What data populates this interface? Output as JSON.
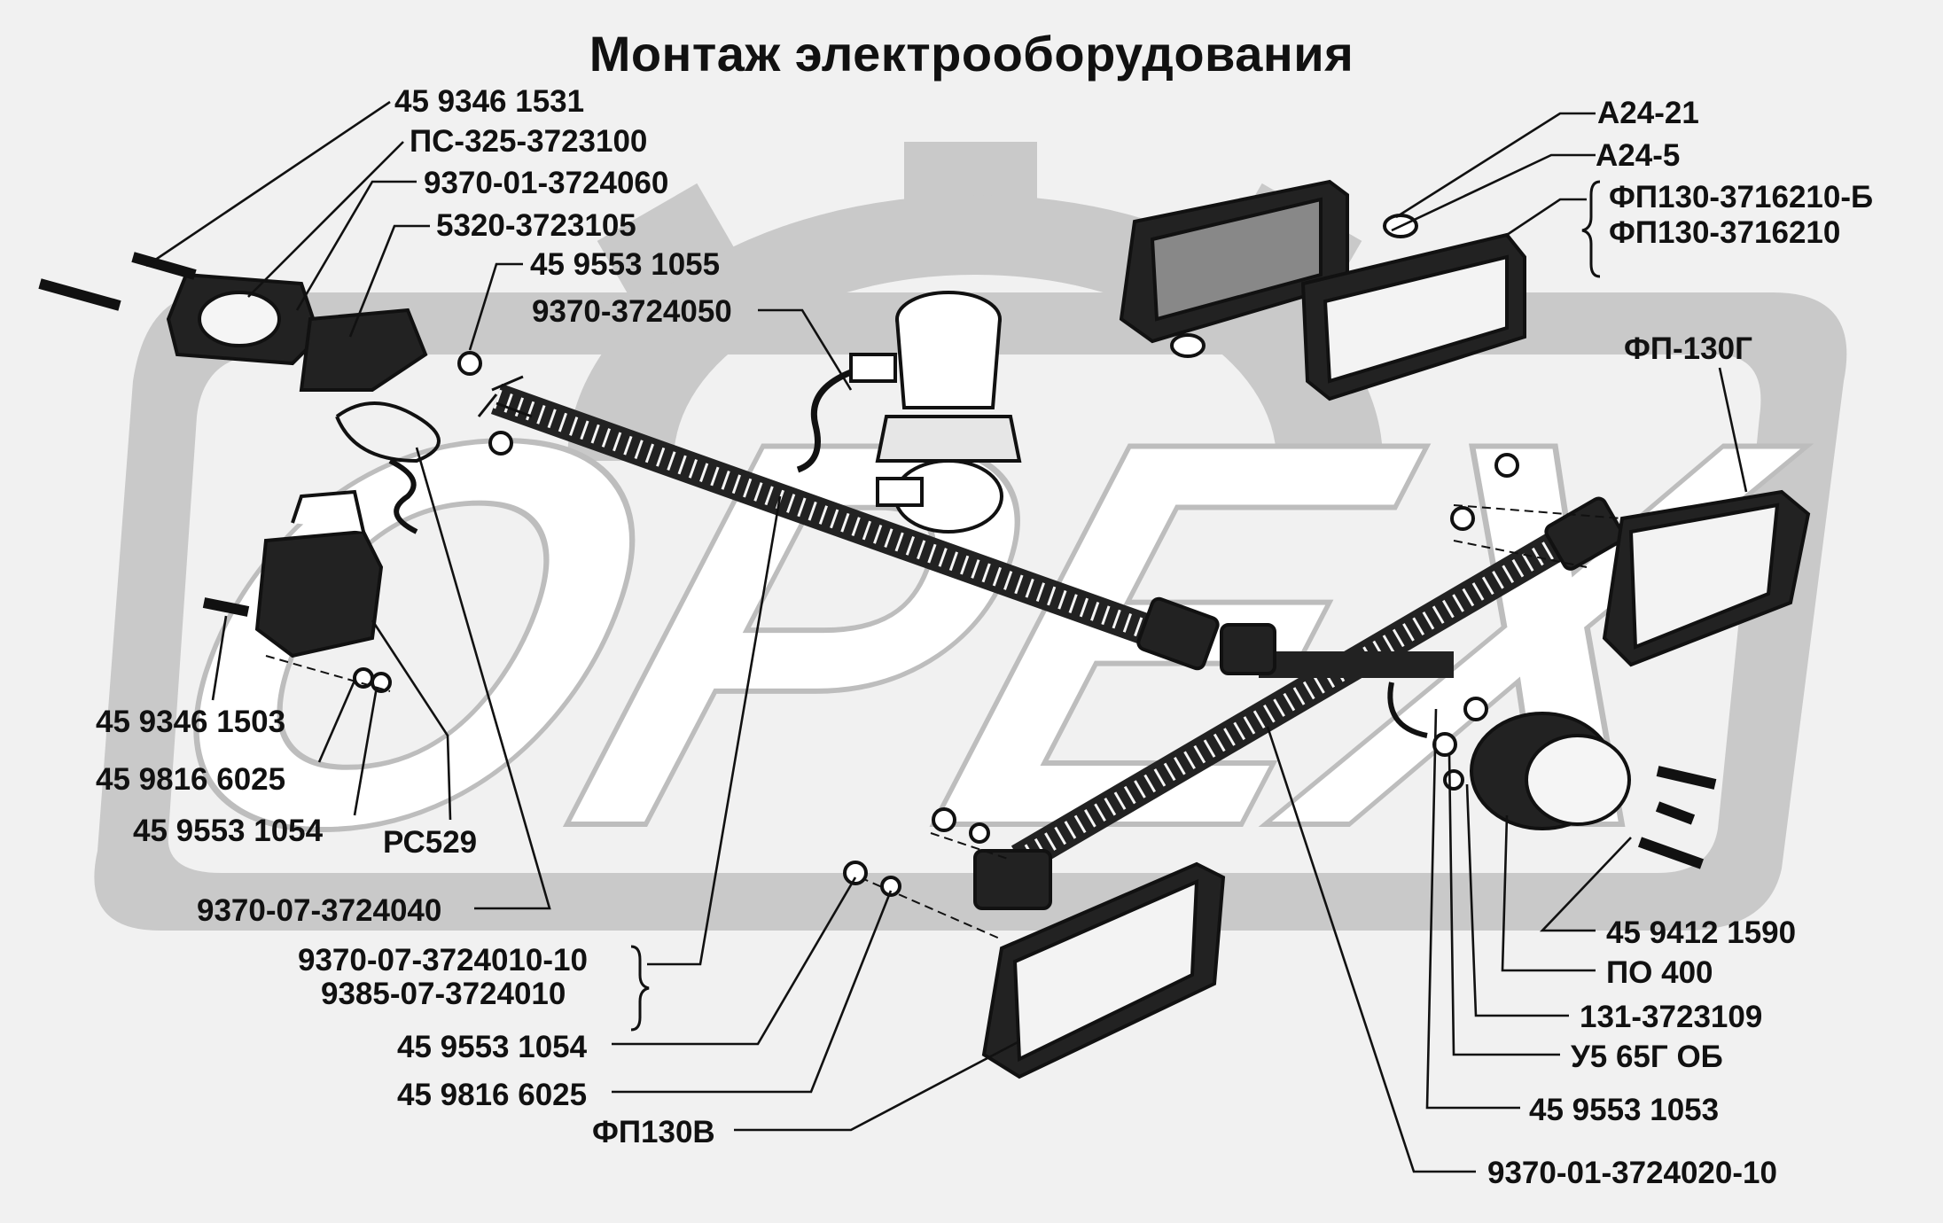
{
  "title": "Монтаж электрооборудования",
  "watermark": "OPEX",
  "colors": {
    "background": "#f1f1f1",
    "watermark": "#c9c9c9",
    "ink": "#111111"
  },
  "labels": {
    "l01": "45 9346 1531",
    "l02": "ПС-325-3723100",
    "l03": "9370-01-3724060",
    "l04": "5320-3723105",
    "l05": "45 9553 1055",
    "l06": "9370-3724050",
    "l07": "А24-21",
    "l08": "А24-5",
    "l09": "ФП130-3716210-Б",
    "l10": "ФП130-3716210",
    "l11": "ФП-130Г",
    "l12": "45 9346 1503",
    "l13": "45 9816 6025",
    "l14": "45 9553 1054",
    "l15": "РС529",
    "l16": "9370-07-3724040",
    "l17": "9370-07-3724010-10",
    "l18": "9385-07-3724010",
    "l19": "45 9553 1054",
    "l20": "45 9816 6025",
    "l21": "ФП130В",
    "l22": "45 9412 1590",
    "l23": "ПО 400",
    "l24": "131-3723109",
    "l25": "У5 65Г ОБ",
    "l26": "45 9553 1053",
    "l27": "9370-01-3724020-10"
  }
}
